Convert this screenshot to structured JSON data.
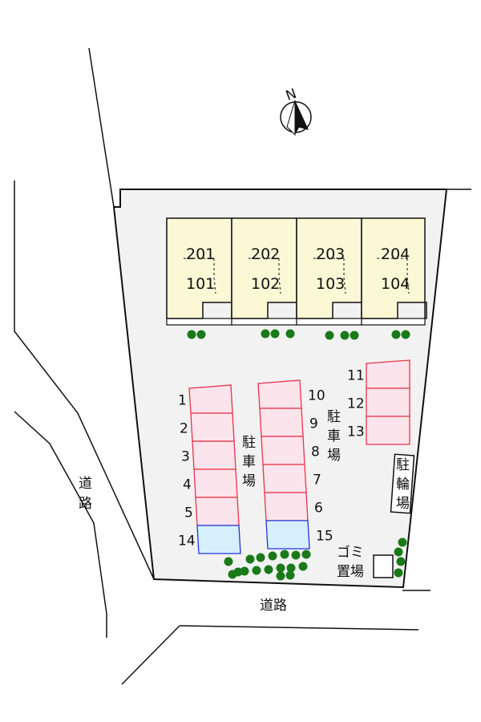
{
  "north_label": "N",
  "units": {
    "upper": [
      "201",
      "202",
      "203",
      "204"
    ],
    "lower": [
      "101",
      "102",
      "103",
      "104"
    ]
  },
  "parking": {
    "left_column": [
      "1",
      "2",
      "3",
      "4",
      "5",
      "14"
    ],
    "center_column": [
      "10",
      "9",
      "8",
      "7",
      "6",
      "15"
    ],
    "right_column": [
      "11",
      "12",
      "13"
    ],
    "label_chars": [
      "駐",
      "車",
      "場"
    ]
  },
  "bicycle_parking_chars": [
    "駐",
    "輪",
    "場"
  ],
  "garbage_label": [
    "ゴミ",
    "置場"
  ],
  "road_label": "道路",
  "road_label_vertical": [
    "道",
    "路"
  ],
  "colors": {
    "building": "#fbf8d6",
    "lot": "#f2f2f2",
    "parking_red": "#fce4ec",
    "parking_red_border": "#e8334a",
    "parking_blue": "#d6f0fb",
    "parking_blue_border": "#2233dd",
    "tree": "#1a7a1a"
  }
}
